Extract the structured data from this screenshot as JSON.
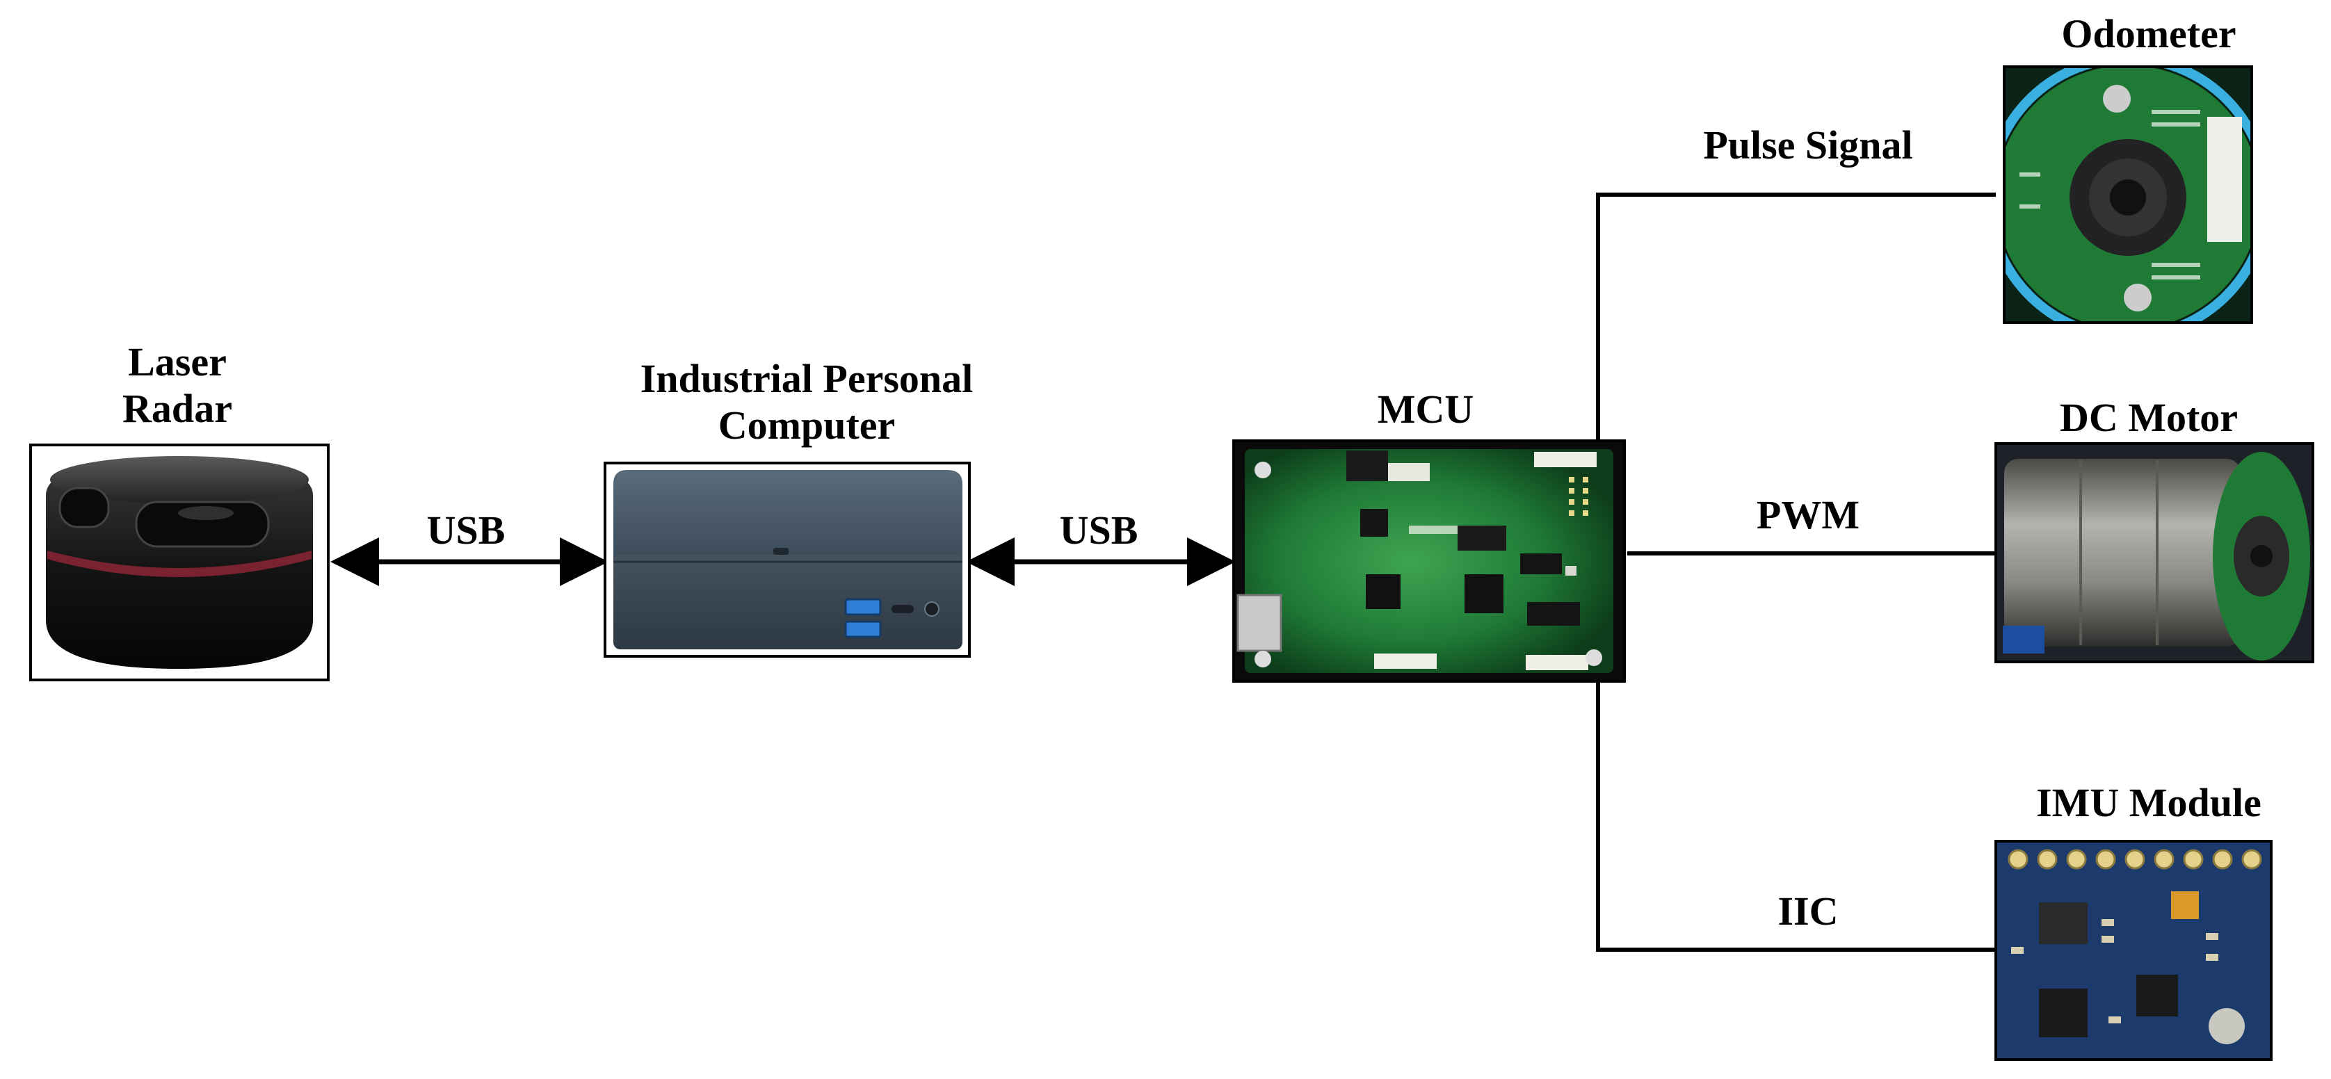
{
  "colors": {
    "pcb_green": "#1f7a36",
    "pcb_dark": "#0d3d1a",
    "ipc_slate": "#3e4e5c",
    "radar_black": "#1a1a1a",
    "radar_stripe": "#6e1f2a",
    "usb_blue": "#2f7fd6",
    "imu_blue": "#1c3a6b",
    "motor_gray": "#8a8a86"
  },
  "nodes": {
    "laser_radar": {
      "line1": "Laser",
      "line2": "Radar",
      "icon": "laser-radar-image"
    },
    "ipc": {
      "line1": "Industrial Personal",
      "line2": "Computer",
      "icon": "mini-pc-image"
    },
    "mcu": {
      "label": "MCU",
      "icon": "microcontroller-board-image"
    },
    "odometer": {
      "label": "Odometer",
      "icon": "encoder-image"
    },
    "dc_motor": {
      "label": "DC Motor",
      "icon": "dc-motor-image"
    },
    "imu": {
      "label": "IMU Module",
      "icon": "imu-board-image"
    }
  },
  "connections": {
    "radar_ipc": "USB",
    "ipc_mcu": "USB",
    "mcu_odometer": "Pulse Signal",
    "mcu_motor": "PWM",
    "mcu_imu": "IIC"
  }
}
